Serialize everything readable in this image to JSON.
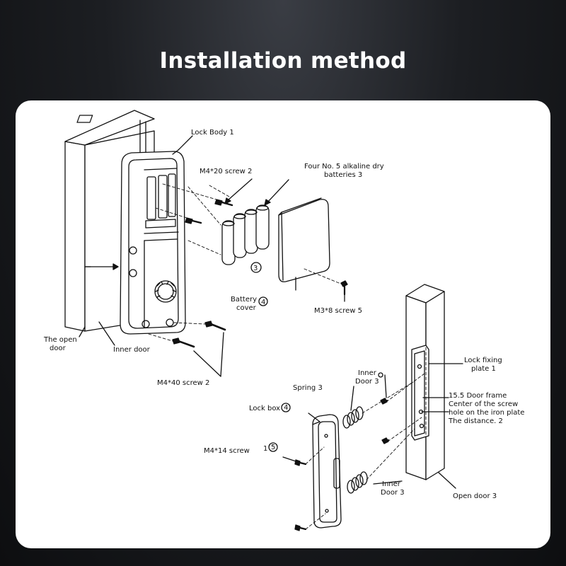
{
  "title": "Installation method",
  "labels": {
    "lock_body": "Lock Body 1",
    "m4_20_screw": "M4*20 screw 2",
    "batteries_l1": "Four No. 5 alkaline dry",
    "batteries_l2": "batteries 3",
    "battery_num": "3",
    "battery_cover_l1": "Battery",
    "battery_cover_l2": "cover",
    "battery_cover_num": "4",
    "m3_8_screw": "M3*8 screw 5",
    "open_door_l1": "The open",
    "open_door_l2": "door",
    "inner_door": "Inner door",
    "m4_40_screw": "M4*40 screw 2",
    "spring": "Spring 3",
    "inner_door_top_l1": "Inner",
    "inner_door_top_l2": "Door 3",
    "lock_box": "Lock box",
    "lock_box_num": "4",
    "m4_14_screw": "M4*14 screw",
    "m4_14_num": "1",
    "m4_14_circ": "5",
    "inner_door_bottom_l1": "Inner",
    "inner_door_bottom_l2": "Door 3",
    "lock_fixing_l1": "Lock fixing",
    "lock_fixing_l2": "plate 1",
    "frame_note_l1": "15.5 Door frame",
    "frame_note_l2": "Center of the screw",
    "frame_note_l3": "hole on the iron plate",
    "frame_note_l4": "The distance. 2",
    "open_door_3": "Open door 3"
  }
}
